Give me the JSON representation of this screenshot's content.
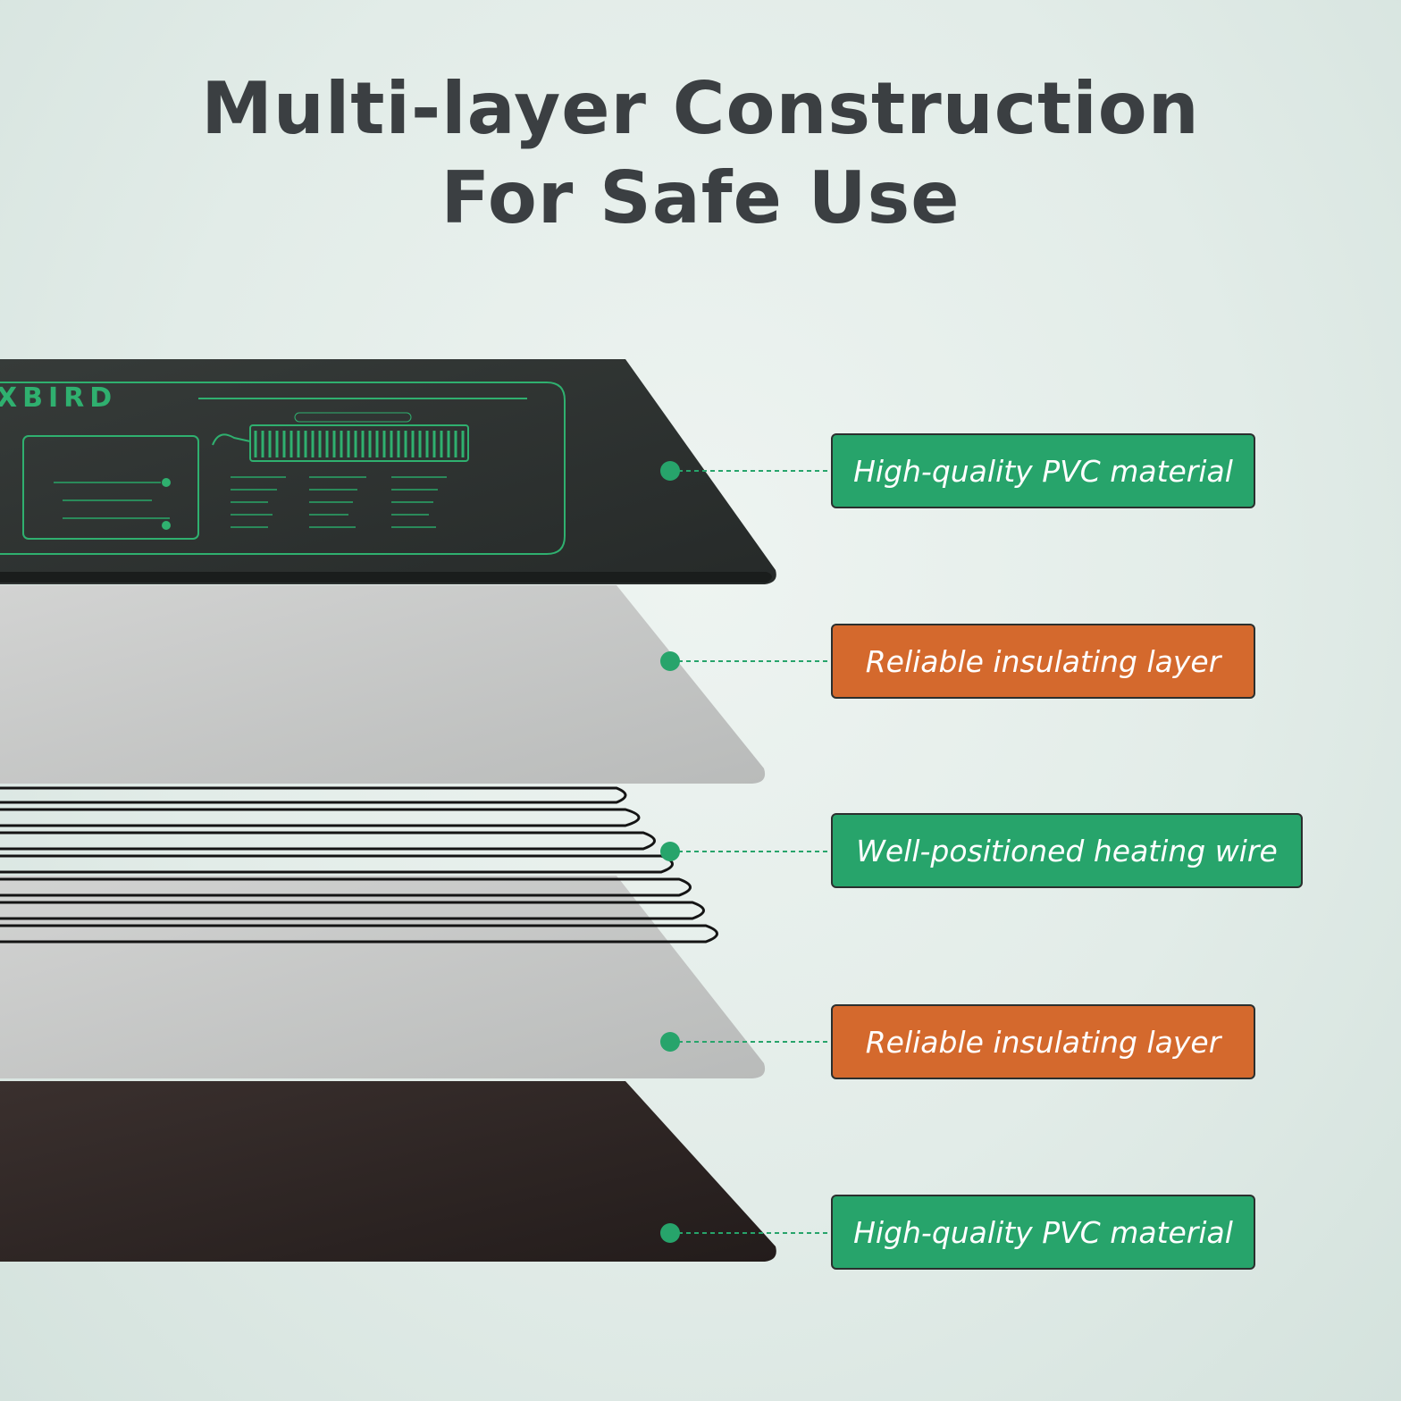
{
  "title": {
    "line1": "Multi-layer Construction",
    "line2": "For Safe Use"
  },
  "brand_logo": "XBIRD",
  "colors": {
    "green": "#27a46b",
    "orange": "#d4692d",
    "dot": "#27a46b",
    "pvc_top": "#2e3331",
    "insulation": "#c6c7c6",
    "pvc_bottom": "#2e2624"
  },
  "layers": [
    {
      "label": "High-quality PVC material",
      "color": "green"
    },
    {
      "label": "Reliable insulating layer",
      "color": "orange"
    },
    {
      "label": "Well-positioned heating wire",
      "color": "green"
    },
    {
      "label": "Reliable insulating layer",
      "color": "orange"
    },
    {
      "label": "High-quality PVC material",
      "color": "green"
    }
  ]
}
